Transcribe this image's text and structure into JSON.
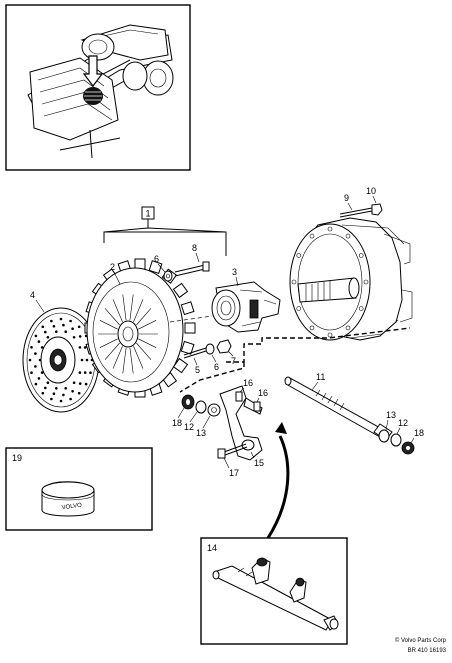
{
  "callouts": {
    "c1": "1",
    "c2": "2",
    "c3": "3",
    "c4": "4",
    "c5": "5",
    "c6a": "6",
    "c6b": "6",
    "c7": "7",
    "c8": "8",
    "c9": "9",
    "c10": "10",
    "c11": "11",
    "c12a": "12",
    "c12b": "12",
    "c13a": "13",
    "c13b": "13",
    "c14": "14",
    "c15": "15",
    "c16a": "16",
    "c16b": "16",
    "c17": "17",
    "c18a": "18",
    "c18b": "18",
    "c19": "19"
  },
  "copyright": "© Volvo Parts Corp",
  "reference": "BR 410 16193",
  "can_label": "VOLVO"
}
